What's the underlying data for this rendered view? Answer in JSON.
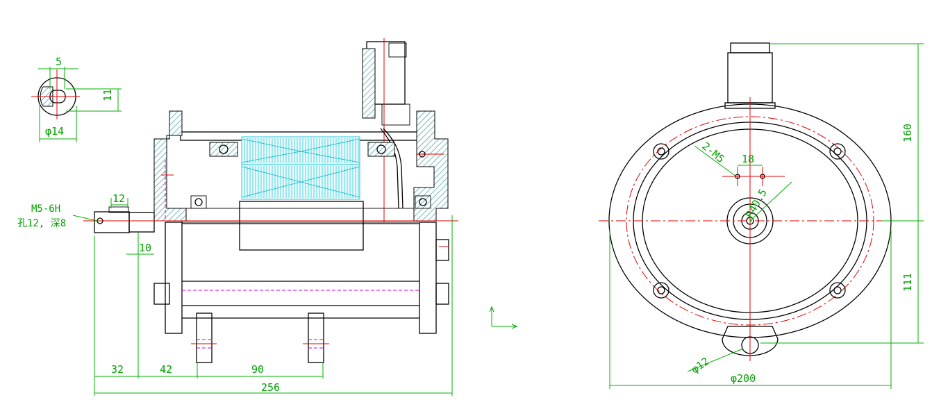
{
  "dimensions": {
    "slot_width": "5",
    "slot_height": "11",
    "shaft_dia": "φ14",
    "key_length": "12",
    "thread_note_line1": "M5-6H",
    "thread_note_line2": "孔12, 深8",
    "shaft_step": "10",
    "dim_32": "32",
    "dim_42": "42",
    "dim_90": "90",
    "overall_length": "256",
    "height_top": "160",
    "height_bottom": "111",
    "hole_spacing": "18",
    "hole_note": "2-M5",
    "pcd_note": "R40.5",
    "lug_hole": "φ12",
    "flange_dia": "φ200"
  },
  "colors": {
    "dimension": "#00a000",
    "centerline": "#e00000",
    "outline": "#000000",
    "coil": "#00b8c8",
    "hidden": "#d000d0",
    "hatch": "#3a9ca8"
  }
}
